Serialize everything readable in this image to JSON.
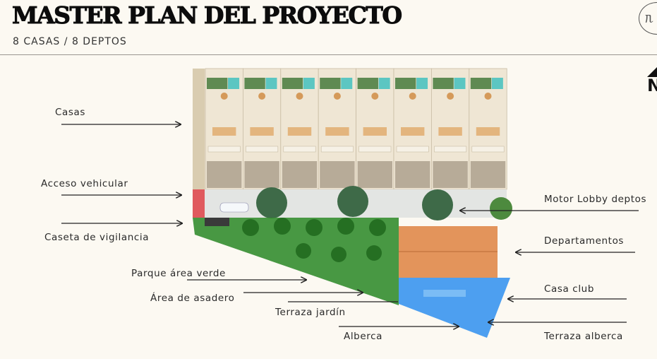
{
  "header": {
    "title": "MASTER PLAN DEL PROYECTO",
    "subtitle": "8 CASAS / 8 DEPTOS",
    "logo_icon": "brand-logo-icon",
    "north_label": "N"
  },
  "labels": {
    "casas": "Casas",
    "acceso": "Acceso vehicular",
    "caseta": "Caseta de vigilancia",
    "parque": "Parque área verde",
    "asadero": "Área de asadero",
    "terraza_jardin": "Terraza jardín",
    "alberca": "Alberca",
    "motor_lobby": "Motor Lobby deptos",
    "departamentos": "Departamentos",
    "casa_club": "Casa club",
    "terraza_alberca": "Terraza alberca"
  },
  "colors": {
    "park": "#2f8a2a",
    "departamentos": "#e0884a",
    "casa_club": "#2e8ff0",
    "caseta": "#e05a5e",
    "pool": "#5cc6c2"
  }
}
